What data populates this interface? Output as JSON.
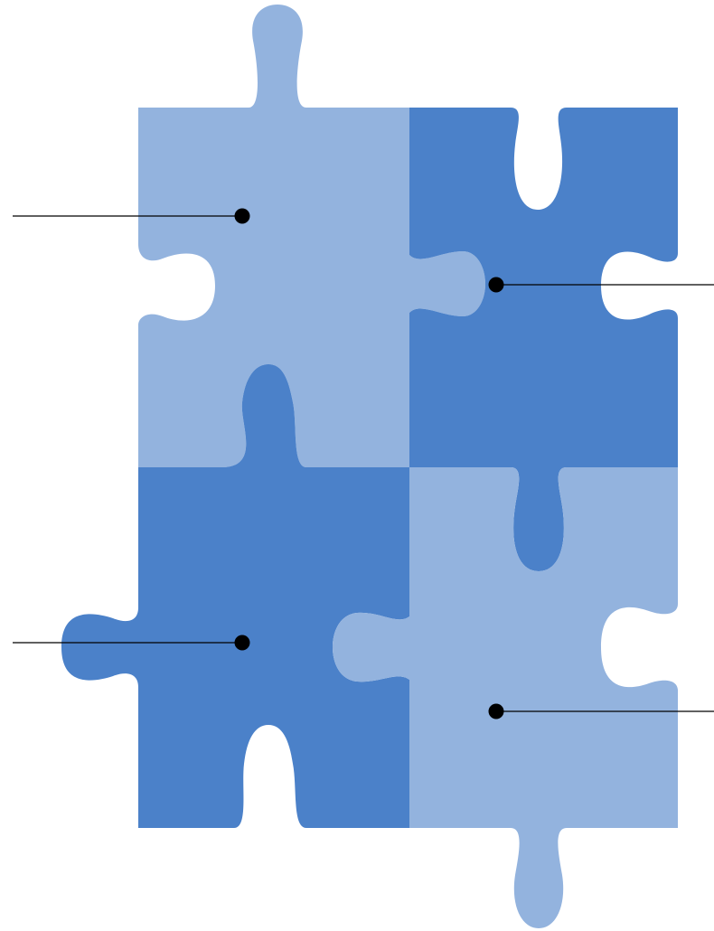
{
  "colors": {
    "light_piece": "#93B3DE",
    "dark_piece": "#4B81C9",
    "callout_line": "#000000",
    "callout_dot": "#000000",
    "background": "#FFFFFF"
  },
  "pieces": [
    {
      "id": "top-left",
      "shade": "light"
    },
    {
      "id": "top-right",
      "shade": "dark"
    },
    {
      "id": "bottom-left",
      "shade": "dark"
    },
    {
      "id": "bottom-right",
      "shade": "light"
    }
  ],
  "callouts": [
    {
      "id": "top-left",
      "side": "left",
      "label": ""
    },
    {
      "id": "top-right",
      "side": "right",
      "label": ""
    },
    {
      "id": "bottom-left",
      "side": "left",
      "label": ""
    },
    {
      "id": "bottom-right",
      "side": "right",
      "label": ""
    }
  ]
}
